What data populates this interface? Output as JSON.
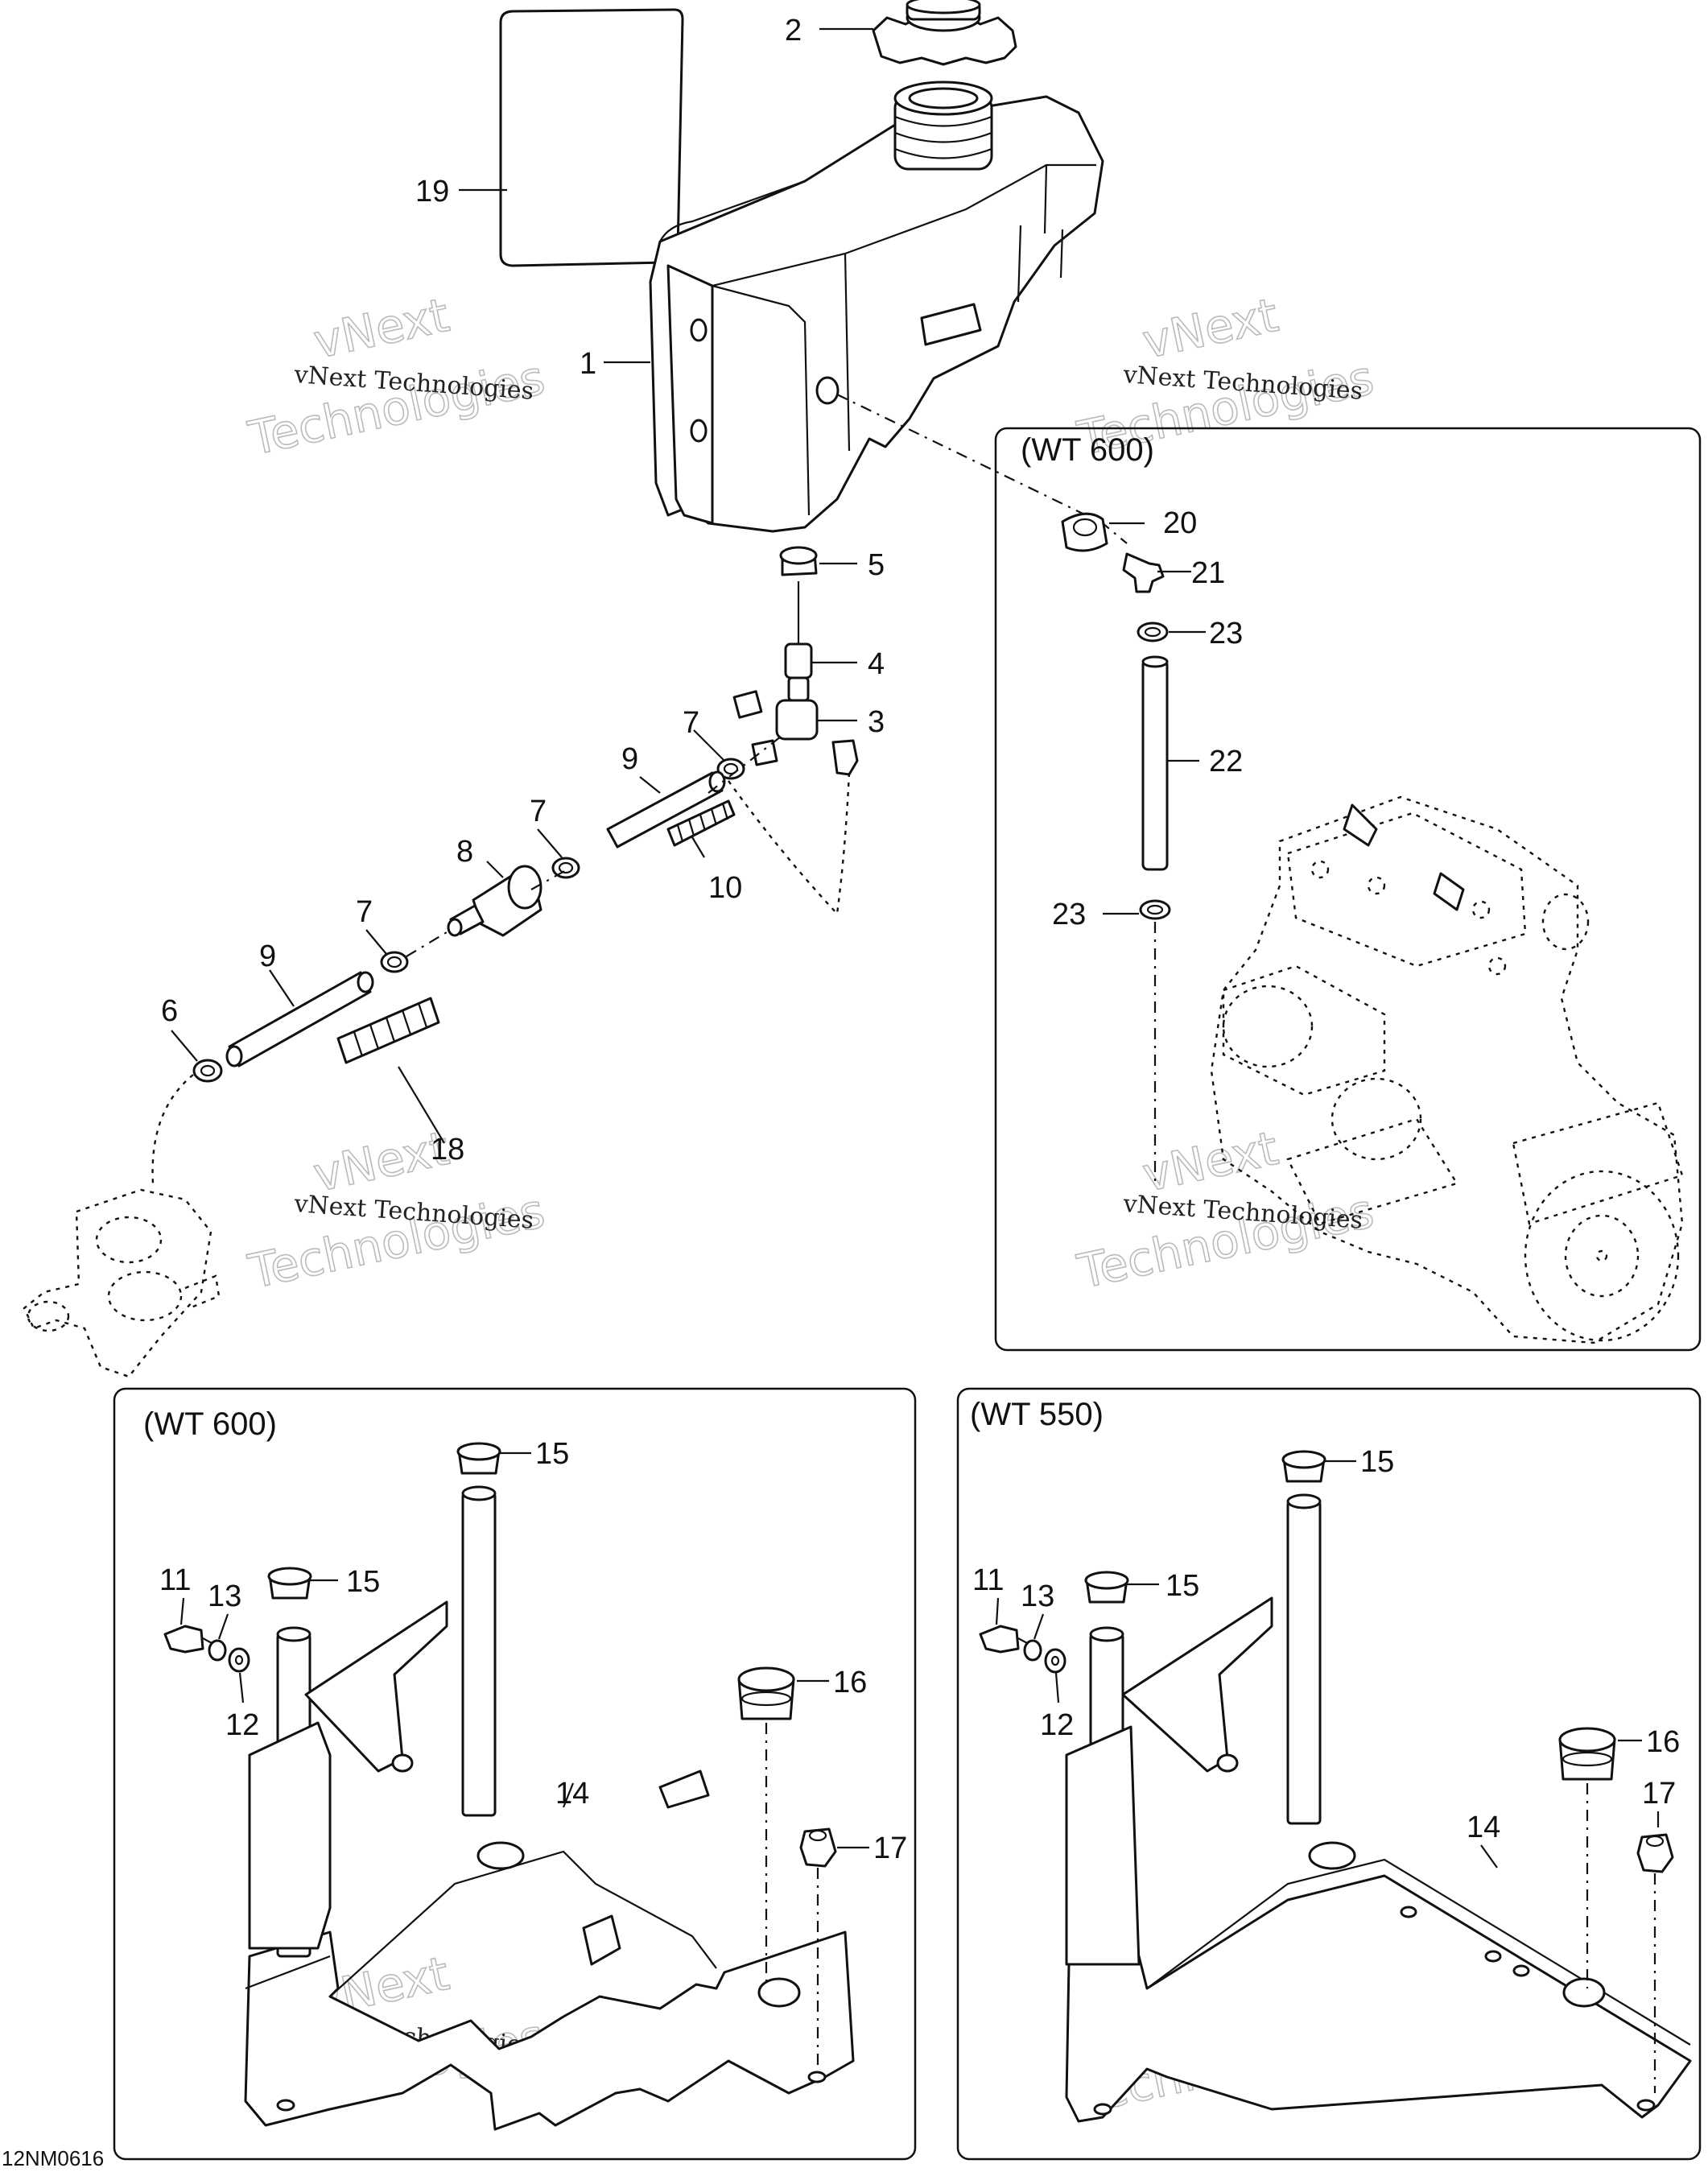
{
  "drawing_code": "12NM0616",
  "panels": {
    "engine_box_label": "(WT 600)",
    "bracket_left_label": "(WT 600)",
    "bracket_right_label": "(WT 550)"
  },
  "callouts": {
    "c1": "1",
    "c2": "2",
    "c3": "3",
    "c4": "4",
    "c5": "5",
    "c6": "6",
    "c7a": "7",
    "c7b": "7",
    "c7c": "7",
    "c8": "8",
    "c9a": "9",
    "c9b": "9",
    "c10": "10",
    "c11a": "11",
    "c11b": "11",
    "c12a": "12",
    "c12b": "12",
    "c13a": "13",
    "c13b": "13",
    "c14a": "14",
    "c14b": "14",
    "c15a": "15",
    "c15b": "15",
    "c15c": "15",
    "c15d": "15",
    "c16a": "16",
    "c16b": "16",
    "c17a": "17",
    "c17b": "17",
    "c18": "18",
    "c19": "19",
    "c20": "20",
    "c21": "21",
    "c22": "22",
    "c23a": "23",
    "c23b": "23"
  },
  "watermark": {
    "line1": "vNext Technologies",
    "line2a": "vNext",
    "line2b": "Technologies"
  }
}
